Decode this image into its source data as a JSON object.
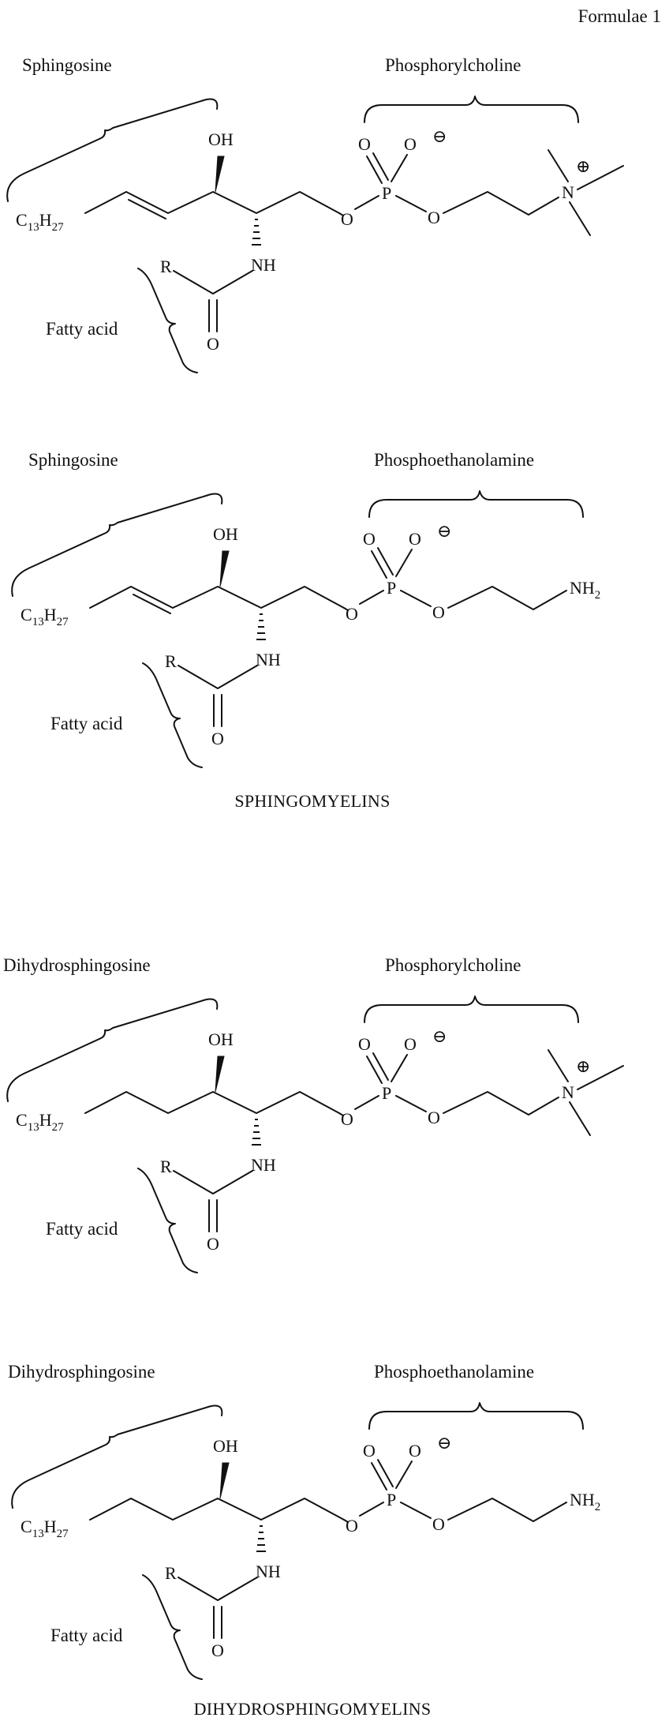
{
  "page_label": "Formulae 1",
  "structures": [
    {
      "backbone_label": "Sphingosine",
      "headgroup_label": "Phosphorylcholine",
      "fatty_acid_label": "Fatty acid",
      "alkyl_main": "C",
      "alkyl_sub1": "13",
      "alkyl_h": "H",
      "alkyl_sub2": "27",
      "hydroxyl": "OH",
      "amide_nh": "NH",
      "acyl_r": "R",
      "carbonyl_o": "O",
      "ester_o": "O",
      "phosphorus": "P",
      "phos_o1": "O",
      "phos_o2": "O",
      "phos_o3": "O",
      "charge_minus": "⊖",
      "end_group": "N",
      "charge_plus": "⊕"
    },
    {
      "backbone_label": "Sphingosine",
      "headgroup_label": "Phosphoethanolamine",
      "fatty_acid_label": "Fatty acid",
      "alkyl_main": "C",
      "alkyl_sub1": "13",
      "alkyl_h": "H",
      "alkyl_sub2": "27",
      "hydroxyl": "OH",
      "amide_nh": "NH",
      "acyl_r": "R",
      "carbonyl_o": "O",
      "ester_o": "O",
      "phosphorus": "P",
      "phos_o1": "O",
      "phos_o2": "O",
      "phos_o3": "O",
      "charge_minus": "⊖",
      "end_group": "NH",
      "end_sub": "2"
    },
    {
      "backbone_label": "Dihydrosphingosine",
      "headgroup_label": "Phosphorylcholine",
      "fatty_acid_label": "Fatty acid",
      "alkyl_main": "C",
      "alkyl_sub1": "13",
      "alkyl_h": "H",
      "alkyl_sub2": "27",
      "hydroxyl": "OH",
      "amide_nh": "NH",
      "acyl_r": "R",
      "carbonyl_o": "O",
      "ester_o": "O",
      "phosphorus": "P",
      "phos_o1": "O",
      "phos_o2": "O",
      "phos_o3": "O",
      "charge_minus": "⊖",
      "end_group": "N",
      "charge_plus": "⊕"
    },
    {
      "backbone_label": "Dihydrosphingosine",
      "headgroup_label": "Phosphoethanolamine",
      "fatty_acid_label": "Fatty acid",
      "alkyl_main": "C",
      "alkyl_sub1": "13",
      "alkyl_h": "H",
      "alkyl_sub2": "27",
      "hydroxyl": "OH",
      "amide_nh": "NH",
      "acyl_r": "R",
      "carbonyl_o": "O",
      "ester_o": "O",
      "phosphorus": "P",
      "phos_o1": "O",
      "phos_o2": "O",
      "phos_o3": "O",
      "charge_minus": "⊖",
      "end_group": "NH",
      "end_sub": "2"
    }
  ],
  "captions": {
    "sphingomyelins": "SPHINGOMYELINS",
    "dihydrosphingomyelins": "DIHYDROSPHINGOMYELINS"
  }
}
